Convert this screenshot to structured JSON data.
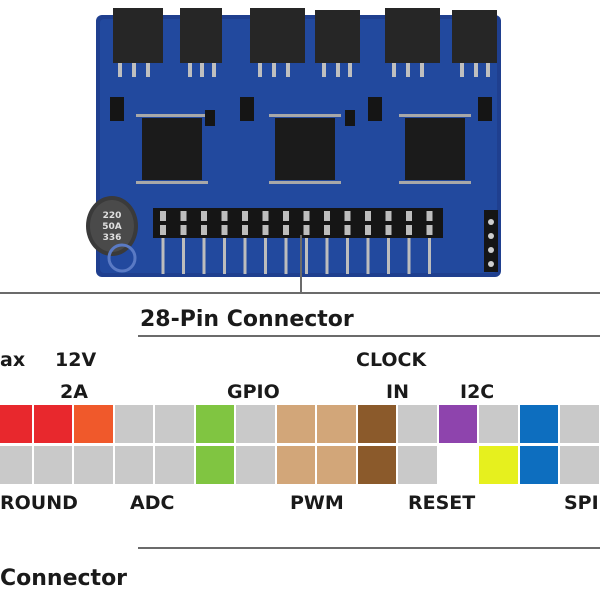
{
  "header_title": "28-Pin Connector",
  "footer_title": "Connector",
  "labels": {
    "max": "ax",
    "v12": "12V",
    "a2": "2A",
    "gpio": "GPIO",
    "clock": "CLOCK",
    "clock_in": "IN",
    "i2c": "I2C",
    "ground": "ROUND",
    "adc": "ADC",
    "pwm": "PWM",
    "reset": "RESET",
    "spi": "SPI"
  },
  "capacitor_text": [
    "220",
    "50A",
    "336"
  ],
  "colors": {
    "board": "#1f3f8f",
    "red": "#e8282d",
    "orange": "#f0592b",
    "gray": "#c9c9c9",
    "green": "#80c541",
    "tan": "#d2a679",
    "brown": "#8b5a2b",
    "purple": "#8e44ad",
    "white": "#ffffff",
    "yellow": "#e6f01e",
    "blue": "#0d6ebf",
    "light_blue": "#35a9e6"
  },
  "pin_top_row": [
    "red",
    "red",
    "orange",
    "gray",
    "gray",
    "green",
    "gray",
    "tan",
    "tan",
    "brown",
    "gray",
    "purple",
    "gray",
    "blue",
    "gray",
    "light_blue",
    "light_blue"
  ],
  "pin_bottom_row": [
    "gray",
    "gray",
    "gray",
    "gray",
    "gray",
    "green",
    "gray",
    "tan",
    "tan",
    "brown",
    "gray",
    "white",
    "yellow",
    "blue",
    "gray",
    "light_blue",
    "light_blue"
  ]
}
